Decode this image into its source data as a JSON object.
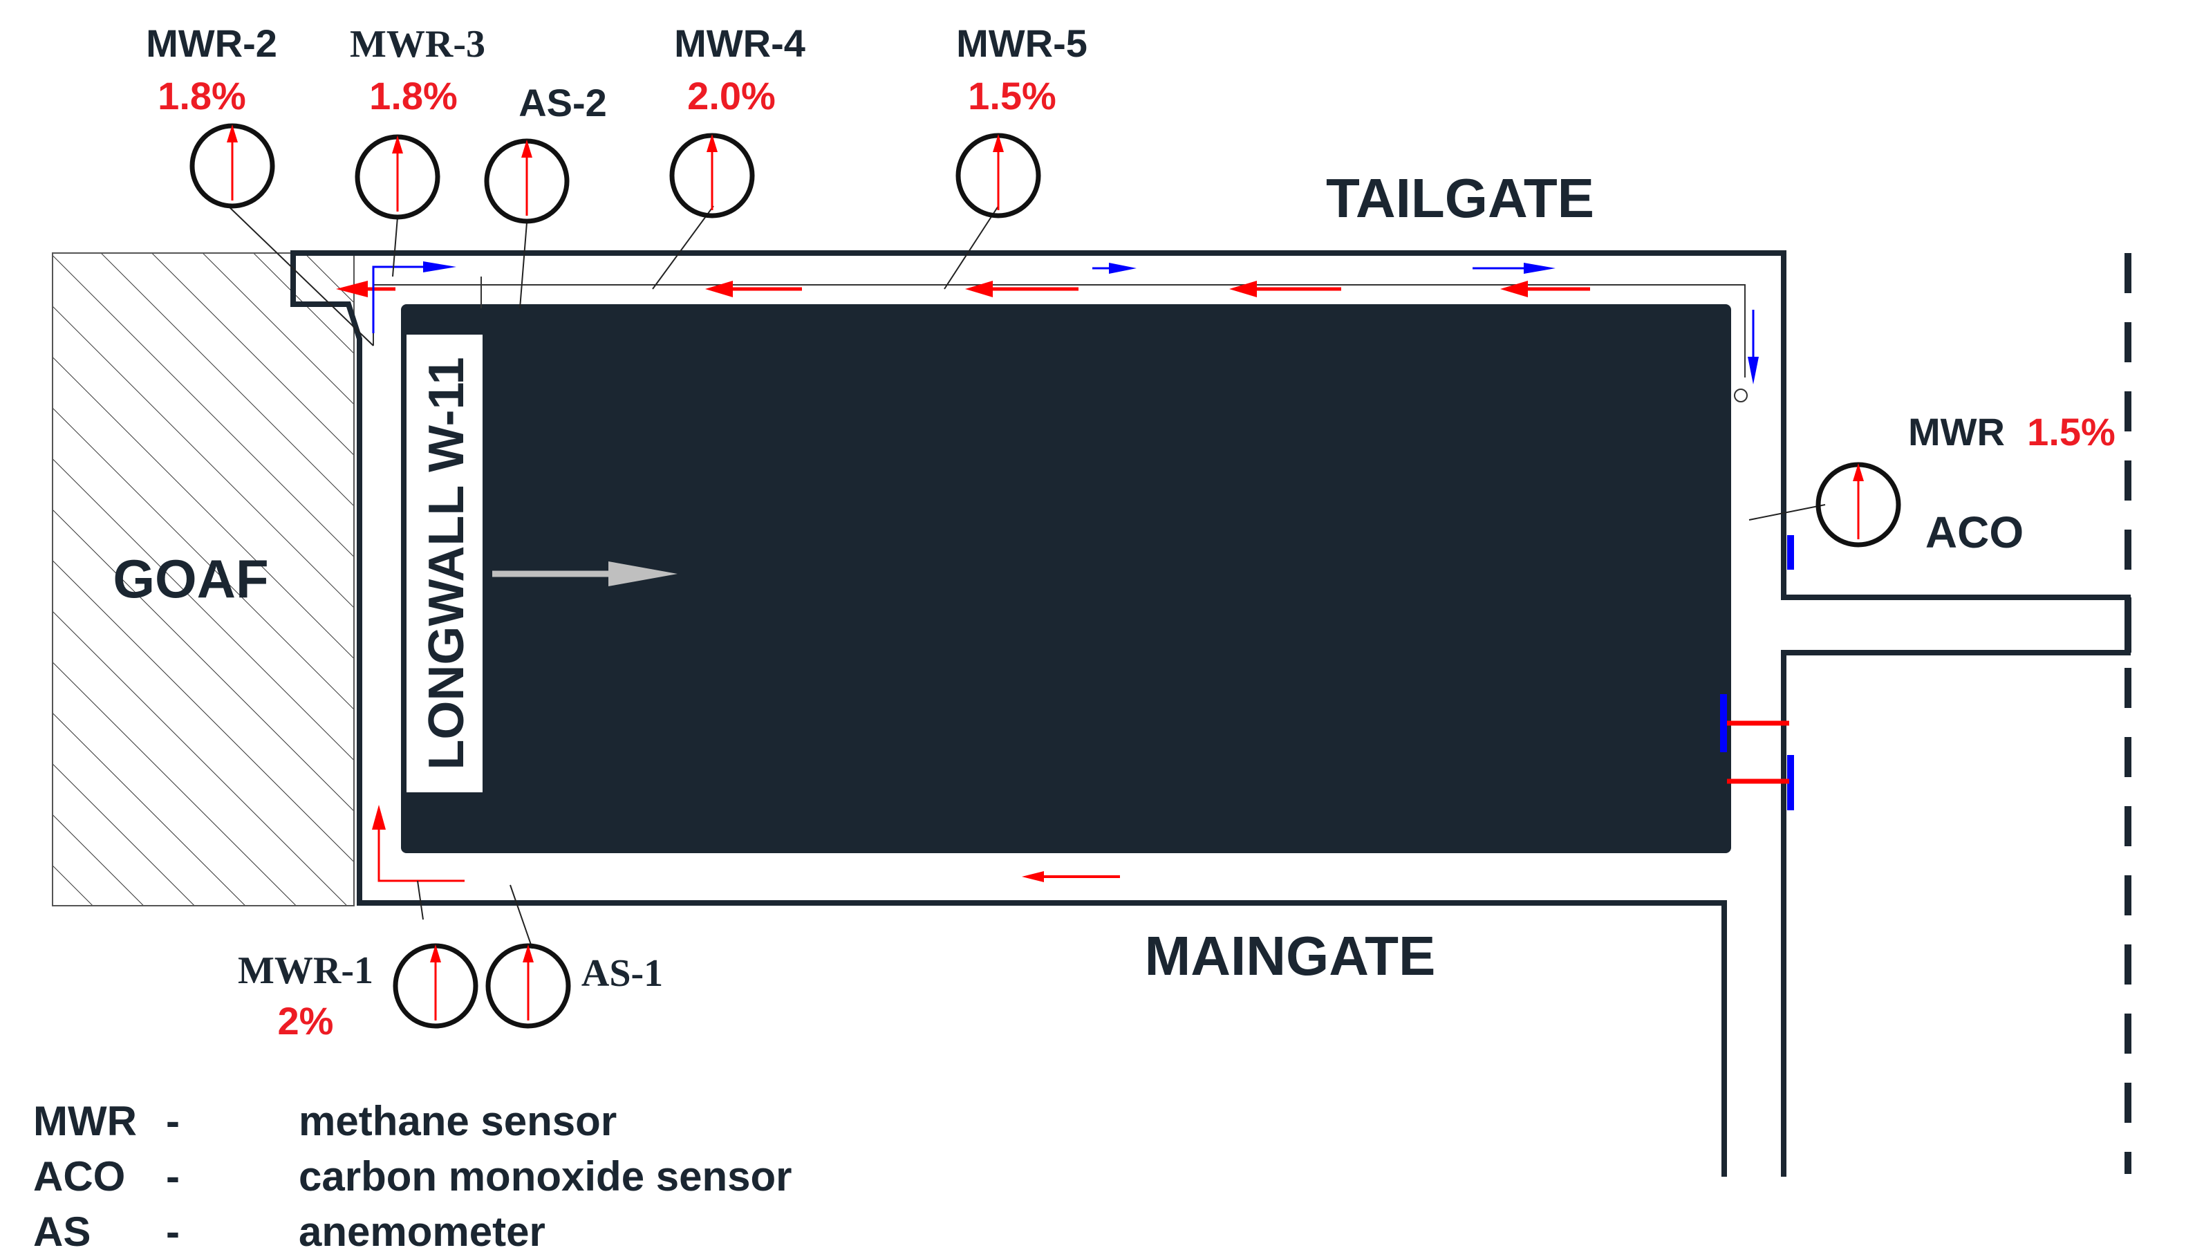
{
  "areas": {
    "goaf": "GOAF",
    "tailgate": "TAILGATE",
    "maingate": "MAINGATE",
    "longwall": "LONGWALL W-11"
  },
  "sensors": {
    "mwr1": {
      "label": "MWR-1",
      "value": "2%"
    },
    "mwr2": {
      "label": "MWR-2",
      "value": "1.8%"
    },
    "mwr3": {
      "label": "MWR-3",
      "value": "1.8%"
    },
    "mwr4": {
      "label": "MWR-4",
      "value": "2.0%"
    },
    "mwr5": {
      "label": "MWR-5",
      "value": "1.5%"
    },
    "mwr": {
      "label": "MWR",
      "value": "1.5%"
    },
    "aco": {
      "label": "ACO"
    },
    "as1": {
      "label": "AS-1"
    },
    "as2": {
      "label": "AS-2"
    }
  },
  "legend": [
    {
      "code": "MWR",
      "dash": "-",
      "desc": "methane sensor"
    },
    {
      "code": "ACO",
      "dash": "-",
      "desc": "carbon monoxide sensor"
    },
    {
      "code": "AS",
      "dash": "-",
      "desc": "anemometer"
    }
  ],
  "colors": {
    "wall": "#1b2631",
    "longwall_block": "#1b2631",
    "value_text": "#ed1c24",
    "airflow_red": "#ff0000",
    "airflow_blue": "#0000ff",
    "advance_arrow": "#bfbfbf"
  }
}
